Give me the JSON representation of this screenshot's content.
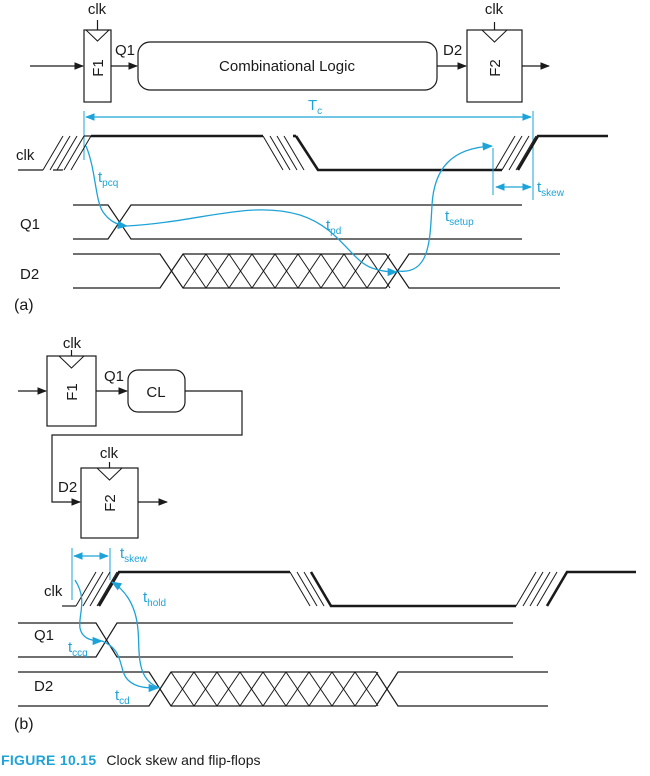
{
  "colors": {
    "ink": "#1a1a1a",
    "accent": "#1ea3d8"
  },
  "part_a": {
    "label": "(a)",
    "clk_f1": "clk",
    "clk_f2": "clk",
    "ff1": "F1",
    "ff2": "F2",
    "q1": "Q1",
    "d2": "D2",
    "logic": "Combinational Logic",
    "period": {
      "main": "T",
      "sub": "c"
    },
    "wave_clk": "clk",
    "wave_q1": "Q1",
    "wave_d2": "D2",
    "tpcq": {
      "main": "t",
      "sub": "pcq"
    },
    "tpd": {
      "main": "t",
      "sub": "pd"
    },
    "tsetup": {
      "main": "t",
      "sub": "setup"
    },
    "tskew": {
      "main": "t",
      "sub": "skew"
    }
  },
  "part_b": {
    "label": "(b)",
    "clk_f1": "clk",
    "clk_f2": "clk",
    "ff1": "F1",
    "ff2": "F2",
    "q1": "Q1",
    "d2": "D2",
    "logic": "CL",
    "wave_clk": "clk",
    "wave_q1": "Q1",
    "wave_d2": "D2",
    "tskew": {
      "main": "t",
      "sub": "skew"
    },
    "thold": {
      "main": "t",
      "sub": "hold"
    },
    "tccq": {
      "main": "t",
      "sub": "ccq"
    },
    "tcd": {
      "main": "t",
      "sub": "cd"
    }
  },
  "caption": {
    "number": "FIGURE 10.15",
    "text": "Clock skew and flip-flops"
  }
}
